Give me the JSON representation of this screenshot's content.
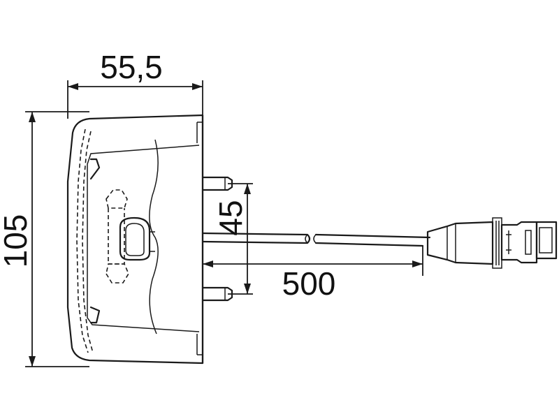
{
  "dimensions": {
    "width": "55,5",
    "height": "105",
    "mount_spacing": "45",
    "cable_length": "500"
  },
  "colors": {
    "line": "#1a1a1a",
    "background": "#ffffff"
  }
}
